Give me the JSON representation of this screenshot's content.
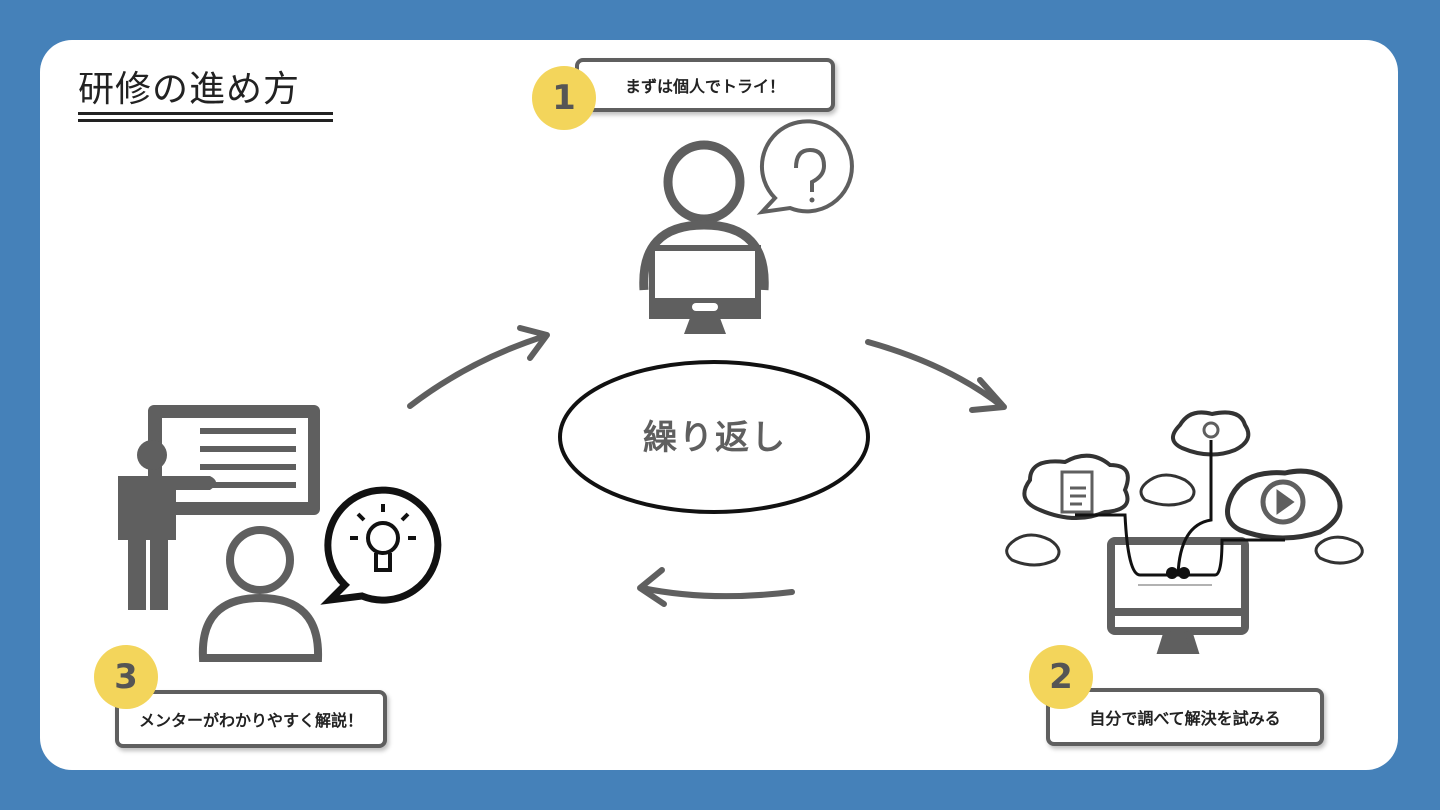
{
  "title": "研修の進め方",
  "center_label": "繰り返し",
  "steps": [
    {
      "number": "1",
      "label": "まずは個人でトライ！"
    },
    {
      "number": "2",
      "label": "自分で調べて解決を試みる"
    },
    {
      "number": "3",
      "label": "メンターがわかりやすく解説！"
    }
  ],
  "colors": {
    "background": "#4581b9",
    "badge": "#f3d55b",
    "icon_gray": "#5f5f5f"
  }
}
